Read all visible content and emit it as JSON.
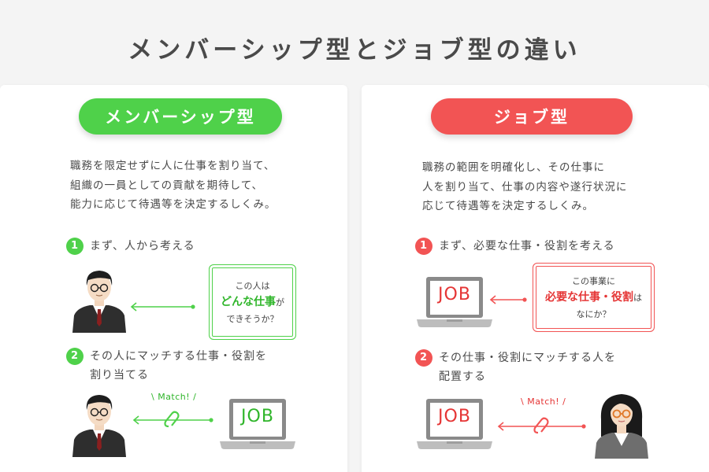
{
  "title": "メンバーシップ型とジョブ型の違い",
  "colors": {
    "membership": "#4fd14a",
    "job": "#f25454"
  },
  "membership": {
    "pill": "メンバーシップ型",
    "desc": [
      "職務を限定せずに人に仕事を割り当て、",
      "組織の一員としての貢献を期待して、",
      "能力に応じて待遇等を決定するしくみ。"
    ],
    "step1": {
      "num": "1",
      "lines": [
        "まず、人から考える"
      ]
    },
    "bubble": {
      "line1": "この人は",
      "em": "どんな仕事",
      "suffix": "が",
      "line3": "できそうか？"
    },
    "step2": {
      "num": "2",
      "lines": [
        "その人にマッチする仕事・役割を",
        "割り当てる"
      ]
    },
    "match": "\\ Match!  /",
    "laptop": "JOB"
  },
  "job": {
    "pill": "ジョブ型",
    "desc": [
      "職務の範囲を明確化し、その仕事に",
      "人を割り当て、仕事の内容や遂行状況に",
      "応じて待遇等を決定するしくみ。"
    ],
    "step1": {
      "num": "1",
      "lines": [
        "まず、必要な仕事・役割を考える"
      ]
    },
    "laptop1": "JOB",
    "bubble": {
      "line1": "この事業に",
      "em": "必要な仕事・役割",
      "suffix": "は",
      "line3": "なにか？"
    },
    "step2": {
      "num": "2",
      "lines": [
        "その仕事・役割にマッチする人を",
        "配置する"
      ]
    },
    "match": "\\ Match!  /",
    "laptop2": "JOB"
  }
}
